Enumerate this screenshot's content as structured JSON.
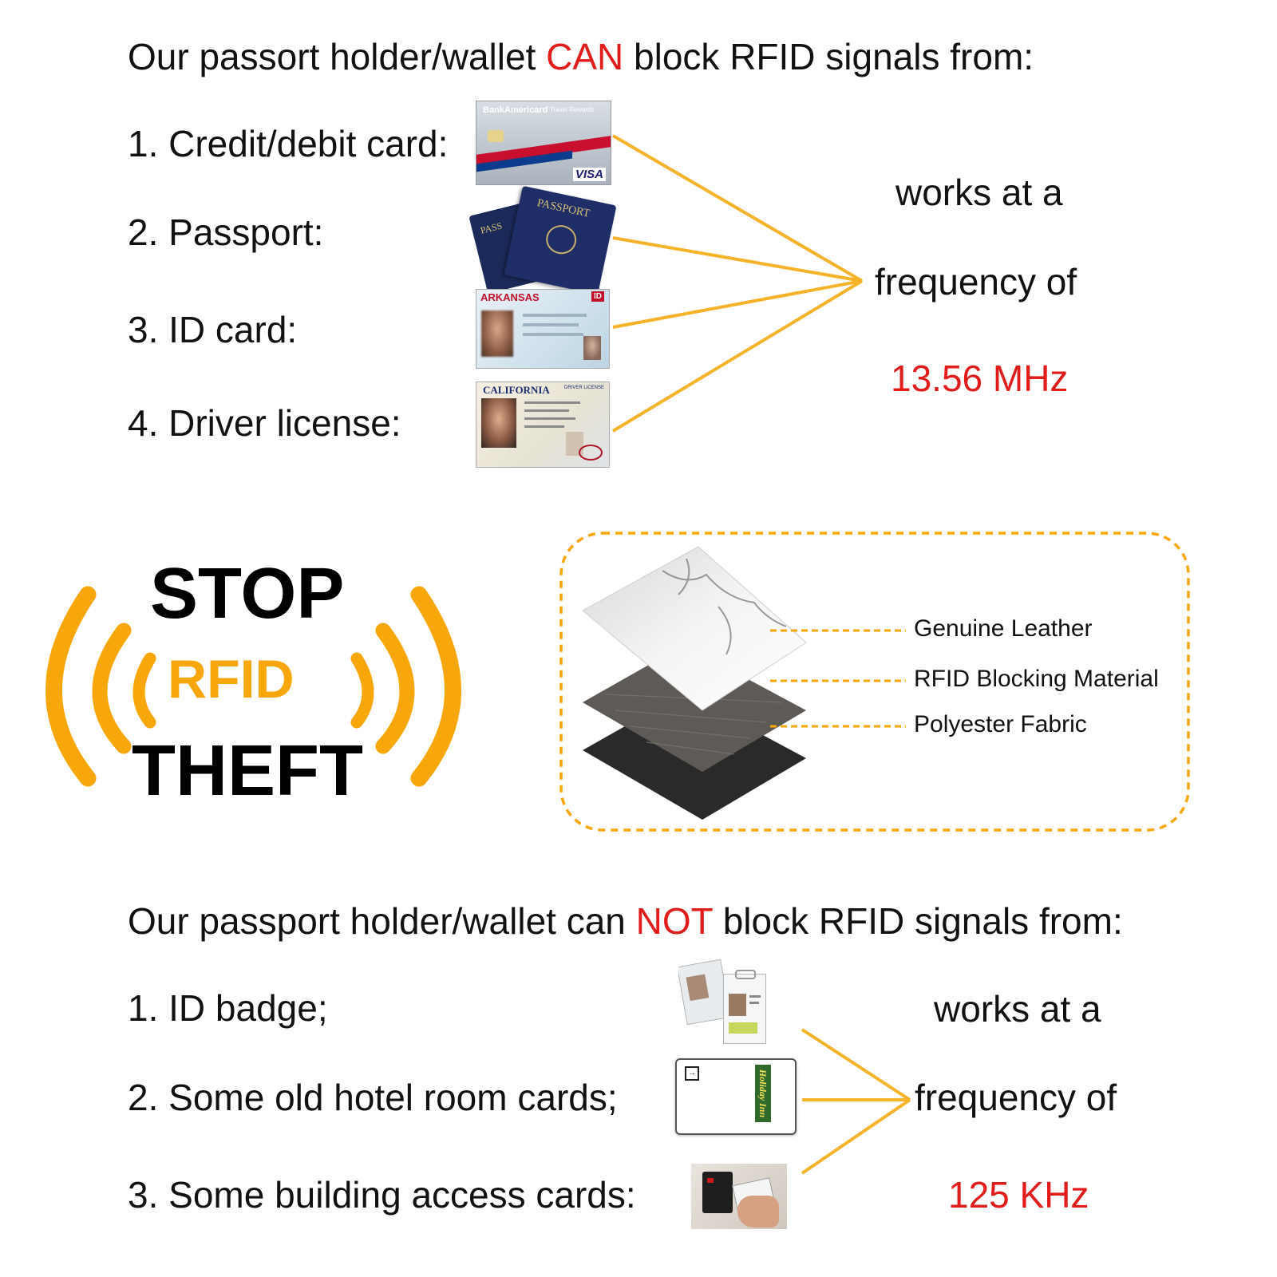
{
  "can": {
    "heading_pre": "Our passort holder/wallet ",
    "heading_em": "CAN",
    "heading_post": " block RFID signals from:",
    "items": [
      "1. Credit/debit card:",
      "2. Passport:",
      "3. ID card:",
      "4. Driver license:"
    ],
    "freq_line1": "works at a",
    "freq_line2": "frequency of",
    "freq_value": "13.56 MHz",
    "images": {
      "credit_card": {
        "bank": "BankAmericard",
        "sub": "Travel Rewards",
        "brand": "VISA"
      },
      "passport": {
        "label": "PASSPORT",
        "label2": "PASS"
      },
      "id_card": {
        "state": "ARKANSAS",
        "tag": "ID"
      },
      "license": {
        "state": "CALIFORNIA",
        "tag": "DRIVER LICENSE"
      }
    }
  },
  "logo": {
    "top": "STOP",
    "middle": "RFID",
    "bottom": "THEFT"
  },
  "layers": {
    "labels": [
      "Genuine Leather",
      "RFID Blocking Material",
      "Polyester Fabric"
    ]
  },
  "cannot": {
    "heading_pre": "Our passport holder/wallet can ",
    "heading_em": "NOT",
    "heading_post": " block RFID signals from:",
    "items": [
      "1. ID badge;",
      "2. Some old hotel room cards;",
      "3. Some building access cards:"
    ],
    "freq_line1": "works at a",
    "freq_line2": "frequency of",
    "freq_value": "125 KHz",
    "images": {
      "hotel_card": {
        "brand": "Holiday Inn"
      }
    }
  },
  "colors": {
    "accent_red": "#e21b1b",
    "accent_orange": "#f7a70a",
    "connector": "#f5b32a"
  }
}
